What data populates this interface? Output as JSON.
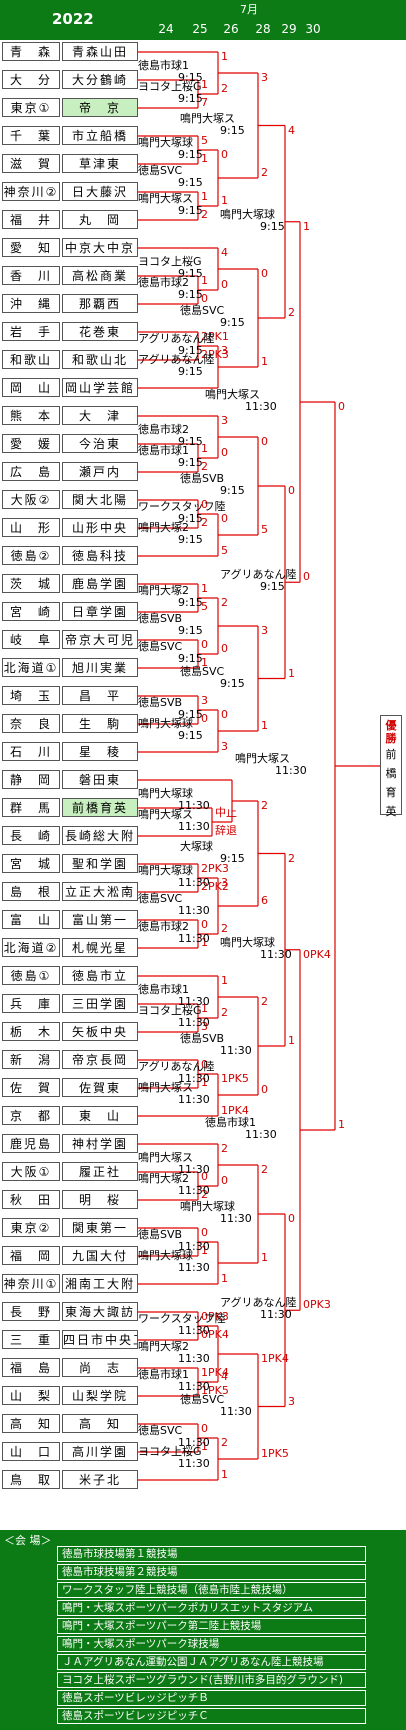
{
  "header": {
    "year": "2022",
    "month": "7月",
    "dates": [
      "24",
      "25",
      "26",
      "28",
      "29",
      "30"
    ]
  },
  "teams": [
    {
      "p": "青　森",
      "s": "青森山田"
    },
    {
      "p": "大　分",
      "s": "大分鶴崎"
    },
    {
      "p": "東京①",
      "s": "帝　京",
      "hl": true
    },
    {
      "p": "千　葉",
      "s": "市立船橋"
    },
    {
      "p": "滋　賀",
      "s": "草津東"
    },
    {
      "p": "神奈川②",
      "s": "日大藤沢"
    },
    {
      "p": "福　井",
      "s": "丸　岡"
    },
    {
      "p": "愛　知",
      "s": "中京大中京"
    },
    {
      "p": "香　川",
      "s": "高松商業"
    },
    {
      "p": "沖　縄",
      "s": "那覇西"
    },
    {
      "p": "岩　手",
      "s": "花巻東"
    },
    {
      "p": "和歌山",
      "s": "和歌山北"
    },
    {
      "p": "岡　山",
      "s": "岡山学芸館"
    },
    {
      "p": "熊　本",
      "s": "大　津"
    },
    {
      "p": "愛　媛",
      "s": "今治東"
    },
    {
      "p": "広　島",
      "s": "瀬戸内"
    },
    {
      "p": "大阪②",
      "s": "関大北陽"
    },
    {
      "p": "山　形",
      "s": "山形中央"
    },
    {
      "p": "徳島②",
      "s": "徳島科技"
    },
    {
      "p": "茨　城",
      "s": "鹿島学園"
    },
    {
      "p": "宮　崎",
      "s": "日章学園"
    },
    {
      "p": "岐　阜",
      "s": "帝京大可児"
    },
    {
      "p": "北海道①",
      "s": "旭川実業"
    },
    {
      "p": "埼　玉",
      "s": "昌　平"
    },
    {
      "p": "奈　良",
      "s": "生　駒"
    },
    {
      "p": "石　川",
      "s": "星　稜"
    },
    {
      "p": "静　岡",
      "s": "磐田東"
    },
    {
      "p": "群　馬",
      "s": "前橋育英",
      "hl": true
    },
    {
      "p": "長　崎",
      "s": "長崎総大附"
    },
    {
      "p": "宮　城",
      "s": "聖和学園"
    },
    {
      "p": "島　根",
      "s": "立正大淞南"
    },
    {
      "p": "富　山",
      "s": "富山第一"
    },
    {
      "p": "北海道②",
      "s": "札幌光星"
    },
    {
      "p": "徳島①",
      "s": "徳島市立"
    },
    {
      "p": "兵　庫",
      "s": "三田学園"
    },
    {
      "p": "栃　木",
      "s": "矢板中央"
    },
    {
      "p": "新　潟",
      "s": "帝京長岡"
    },
    {
      "p": "佐　賀",
      "s": "佐賀東"
    },
    {
      "p": "京　都",
      "s": "東　山"
    },
    {
      "p": "鹿児島",
      "s": "神村学園"
    },
    {
      "p": "大阪①",
      "s": "履正社"
    },
    {
      "p": "秋　田",
      "s": "明　桜"
    },
    {
      "p": "東京②",
      "s": "関東第一"
    },
    {
      "p": "福　岡",
      "s": "九国大付"
    },
    {
      "p": "神奈川①",
      "s": "湘南工大附"
    },
    {
      "p": "長　野",
      "s": "東海大諏訪"
    },
    {
      "p": "三　重",
      "s": "四日市中央工"
    },
    {
      "p": "福　島",
      "s": "尚　志"
    },
    {
      "p": "山　梨",
      "s": "山梨学院"
    },
    {
      "p": "高　知",
      "s": "高　知"
    },
    {
      "p": "山　口",
      "s": "高川学園"
    },
    {
      "p": "鳥　取",
      "s": "米子北"
    }
  ],
  "matches": {
    "r1": [
      {
        "v": "ヨコタ上桜G",
        "t": "9:15",
        "a": "1",
        "b": "7"
      },
      {
        "v": "鳴門大塚球",
        "t": "9:15",
        "a": "5",
        "b": "1"
      },
      {
        "v": "鳴門大塚ス",
        "t": "9:15",
        "a": "1",
        "b": "2"
      },
      {
        "v": "徳島市球2",
        "t": "9:15",
        "a": "1",
        "b": "0"
      },
      {
        "v": "アグリあなん陸",
        "t": "9:15",
        "a": "2PK1",
        "b": "2PK3"
      },
      {
        "v": "徳島市球1",
        "t": "9:15",
        "a": "1",
        "b": "2"
      },
      {
        "v": "ワークスタッフ陸",
        "t": "9:15",
        "a": "0",
        "b": "2"
      },
      {
        "v": "鳴門大塚2",
        "t": "9:15",
        "a": "1",
        "b": "5"
      },
      {
        "v": "徳島SVC",
        "t": "9:15",
        "a": "0",
        "b": "1"
      },
      {
        "v": "徳島SVB",
        "t": "9:15",
        "a": "3",
        "b": "0"
      },
      {
        "v": "鳴門大塚ス",
        "t": "11:30",
        "a": "中止",
        "b": "辞退"
      },
      {
        "v": "鳴門大塚球",
        "t": "11:30",
        "a": "2PK3",
        "b": "2PK2"
      },
      {
        "v": "徳島市球2",
        "t": "11:30",
        "a": "0",
        "b": "1"
      },
      {
        "v": "ヨコタ上桜G",
        "t": "11:30",
        "a": "1",
        "b": "3"
      },
      {
        "v": "アグリあなん陸",
        "t": "11:30",
        "a": "0",
        "b": "1"
      },
      {
        "v": "鳴門大塚2",
        "t": "11:30",
        "a": "0",
        "b": "2"
      },
      {
        "v": "徳島SVB",
        "t": "11:30",
        "a": "0",
        "b": "1"
      },
      {
        "v": "ワークスタッフ陸",
        "t": "11:30",
        "a": "0PK3",
        "b": "0PK4"
      },
      {
        "v": "徳島市球1",
        "t": "11:30",
        "a": "1PK4",
        "b": "1PK5"
      },
      {
        "v": "徳島SVC",
        "t": "11:30",
        "a": "0",
        "b": "1"
      }
    ],
    "r2": [
      {
        "v": "徳島市球1",
        "t": "9:15",
        "a": "1",
        "b": "2"
      },
      {
        "v": "徳島SVC",
        "t": "9:15",
        "a": "0",
        "b": "1"
      },
      {
        "v": "ヨコタ上桜G",
        "t": "9:15",
        "a": "4",
        "b": "0"
      },
      {
        "v": "アグリあなん陸",
        "t": "9:15",
        "a": "3",
        "b": ""
      },
      {
        "v": "徳島市球2",
        "t": "9:15",
        "a": "3",
        "b": "0"
      },
      {
        "v": "鳴門大塚2",
        "t": "9:15",
        "a": "0",
        "b": "5"
      },
      {
        "v": "徳島SVB",
        "t": "9:15",
        "a": "2",
        "b": "0"
      },
      {
        "v": "鳴門大塚球",
        "t": "9:15",
        "a": "0",
        "b": "3"
      },
      {
        "v": "鳴門大塚球",
        "t": "11:30",
        "a": "",
        "b": ""
      },
      {
        "v": "徳島SVC",
        "t": "11:30",
        "a": "3",
        "b": "2"
      },
      {
        "v": "徳島市球1",
        "t": "11:30",
        "a": "1",
        "b": "2"
      },
      {
        "v": "鳴門大塚ス",
        "t": "11:30",
        "a": "1PK5",
        "b": "1PK4"
      },
      {
        "v": "鳴門大塚ス",
        "t": "11:30",
        "a": "2",
        "b": "0"
      },
      {
        "v": "鳴門大塚球",
        "t": "11:30",
        "a": "",
        "b": "1"
      },
      {
        "v": "鳴門大塚2",
        "t": "11:30",
        "a": "",
        "b": "4"
      },
      {
        "v": "ヨコタ上桜G",
        "t": "11:30",
        "a": "2",
        "b": "1"
      },
      {
        "v": "徳島SVB",
        "t": "11:30",
        "a": "",
        "b": "4"
      }
    ],
    "r3": [
      {
        "v": "鳴門大塚ス",
        "t": "9:15",
        "a": "3",
        "b": "2"
      },
      {
        "v": "徳島SVC",
        "t": "9:15",
        "a": "0",
        "b": "1"
      },
      {
        "v": "徳島SVB",
        "t": "9:15",
        "a": "0",
        "b": "5"
      },
      {
        "v": "徳島SVC",
        "t": "9:15",
        "a": "3",
        "b": "1"
      },
      {
        "v": "大塚球",
        "t": "9:15",
        "a": "2",
        "b": "6"
      },
      {
        "v": "徳島SVB",
        "t": "11:30",
        "a": "2",
        "b": "0"
      },
      {
        "v": "鳴門大塚球",
        "t": "11:30",
        "a": "2",
        "b": "1"
      },
      {
        "v": "徳島SVC",
        "t": "11:30",
        "a": "1PK4",
        "b": "1PK5"
      },
      {
        "v": "鳴門大塚球",
        "t": "11:30",
        "a": "1",
        "b": "2"
      }
    ],
    "qf": [
      {
        "v": "鳴門大塚球",
        "t": "9:15",
        "a": "4",
        "b": "2"
      },
      {
        "v": "アグリあなん陸",
        "t": "9:15",
        "a": "0",
        "b": "1"
      },
      {
        "v": "鳴門大塚球",
        "t": "11:30",
        "a": "2",
        "b": "1"
      },
      {
        "v": "アグリあなん陸",
        "t": "11:30",
        "a": "0",
        "b": "3"
      }
    ],
    "sf": [
      {
        "v": "鳴門大塚ス",
        "t": "11:30",
        "a": "1",
        "b": "0"
      },
      {
        "v": "徳島市球1",
        "t": "11:30",
        "a": "0PK4",
        "b": "0PK3"
      }
    ],
    "final": {
      "v": "鳴門大塚ス",
      "t": "11:30",
      "a": "0",
      "b": "1"
    }
  },
  "champion": {
    "title": "優勝",
    "name": "前橋育英"
  },
  "venues": {
    "caption": "＜会 場＞",
    "list": [
      "徳島市球技場第１競技場",
      "徳島市球技場第２競技場",
      "ワークスタッフ陸上競技場（徳島市陸上競技場）",
      "鳴門・大塚スポーツパークポカリスエットスタジアム",
      "鳴門・大塚スポーツパーク第二陸上競技場",
      "鳴門・大塚スポーツパーク球技場",
      "ＪＡアグリあなん運動公園ＪＡアグリあなん陸上競技場",
      "ヨコタ上桜スポーツグラウンド(吉野川市多目的グラウンド)",
      "徳島スポーツビレッジピッチＢ",
      "徳島スポーツビレッジピッチＣ"
    ]
  },
  "colors": {
    "green": "#0c7a15",
    "red": "#e00000",
    "highlight": "#c7efbf"
  }
}
